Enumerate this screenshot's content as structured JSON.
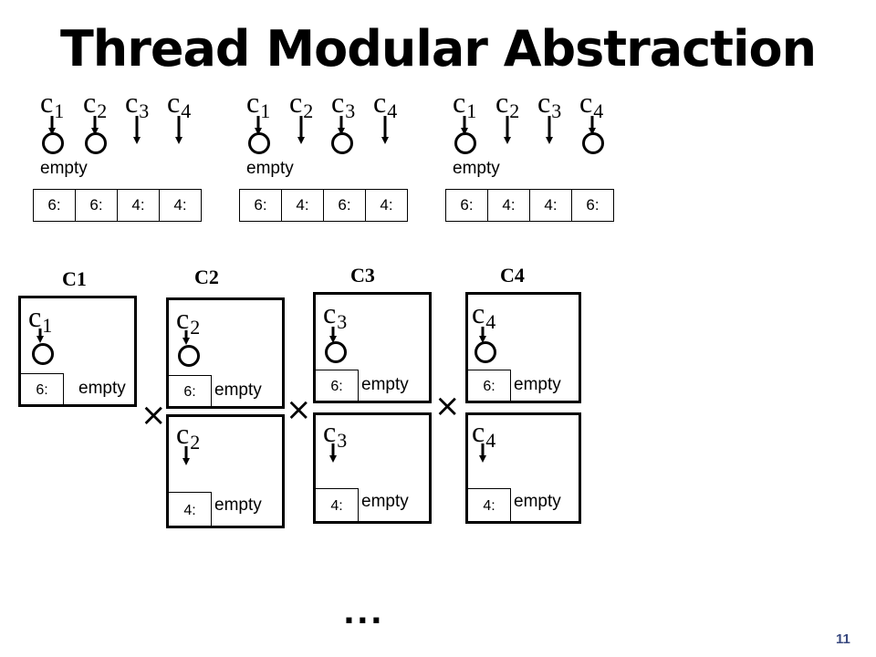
{
  "title": "Thread Modular Abstraction",
  "page_number": "11",
  "ellipsis": "...",
  "colors": {
    "text": "#000000",
    "page_number": "#3a4a80",
    "background": "#ffffff"
  },
  "shared_states": [
    {
      "clients": [
        {
          "base": "c",
          "sub": "1",
          "marker": "circle"
        },
        {
          "base": "c",
          "sub": "2",
          "marker": "circle"
        },
        {
          "base": "c",
          "sub": "3",
          "marker": "arrow"
        },
        {
          "base": "c",
          "sub": "4",
          "marker": "arrow"
        }
      ],
      "label": "empty",
      "cells": [
        "6:",
        "6:",
        "4:",
        "4:"
      ]
    },
    {
      "clients": [
        {
          "base": "c",
          "sub": "1",
          "marker": "circle"
        },
        {
          "base": "c",
          "sub": "2",
          "marker": "arrow"
        },
        {
          "base": "c",
          "sub": "3",
          "marker": "circle"
        },
        {
          "base": "c",
          "sub": "4",
          "marker": "arrow"
        }
      ],
      "label": "empty",
      "cells": [
        "6:",
        "4:",
        "6:",
        "4:"
      ]
    },
    {
      "clients": [
        {
          "base": "c",
          "sub": "1",
          "marker": "circle"
        },
        {
          "base": "c",
          "sub": "2",
          "marker": "arrow"
        },
        {
          "base": "c",
          "sub": "3",
          "marker": "arrow"
        },
        {
          "base": "c",
          "sub": "4",
          "marker": "circle"
        }
      ],
      "label": "empty",
      "cells": [
        "6:",
        "4:",
        "4:",
        "6:"
      ]
    }
  ],
  "components": [
    {
      "heading": "C1",
      "boxes": [
        {
          "client_base": "c",
          "client_sub": "1",
          "cell": "6:",
          "label": "empty"
        }
      ]
    },
    {
      "heading": "C2",
      "boxes": [
        {
          "client_base": "c",
          "client_sub": "2",
          "cell": "6:",
          "label": "empty"
        },
        {
          "client_base": "c",
          "client_sub": "2",
          "cell": "4:",
          "label": "empty"
        }
      ]
    },
    {
      "heading": "C3",
      "boxes": [
        {
          "client_base": "c",
          "client_sub": "3",
          "cell": "6:",
          "label": "empty"
        },
        {
          "client_base": "c",
          "client_sub": "3",
          "cell": "4:",
          "label": "empty"
        }
      ]
    },
    {
      "heading": "C4",
      "boxes": [
        {
          "client_base": "c",
          "client_sub": "4",
          "cell": "6:",
          "label": "empty"
        },
        {
          "client_base": "c",
          "client_sub": "4",
          "cell": "4:",
          "label": "empty"
        }
      ]
    }
  ],
  "product_symbol": "×"
}
